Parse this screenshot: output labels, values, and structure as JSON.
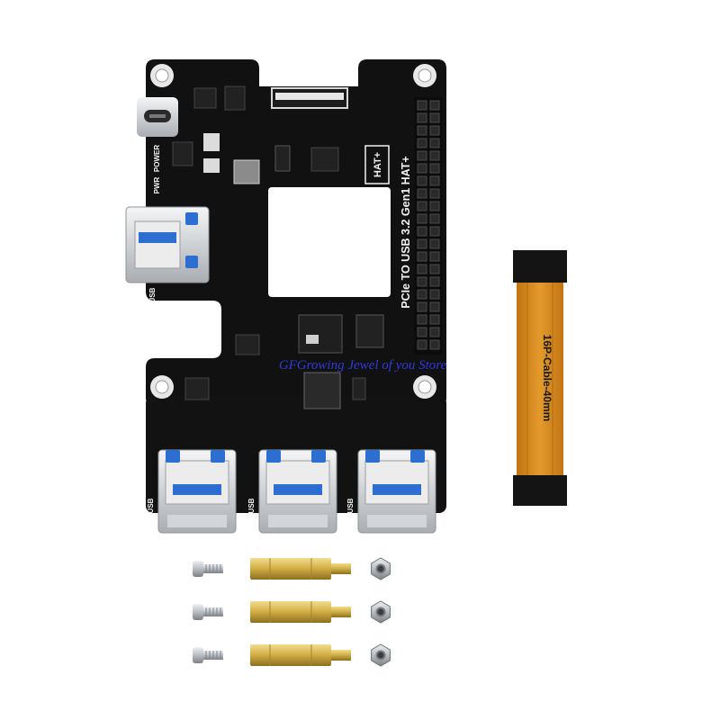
{
  "board": {
    "title": "PCIe TO USB 3.2 Gen1 HAT+",
    "hat_badge": "HAT+",
    "power_label": "POWER",
    "pwr_label": "PWR",
    "usb_label": "USB",
    "colors": {
      "pcb": "#111111",
      "silk": "#f2f2f2",
      "usb_tongue": "#2c6fd1",
      "metal": "#c9cbcf"
    }
  },
  "cable": {
    "label": "16P-Cable-40mm",
    "colors": {
      "flex": "#d98a1c",
      "stiffener": "#141414"
    }
  },
  "hardware": {
    "screws": 3,
    "standoffs": 3,
    "nuts": 3,
    "colors": {
      "brass": "#d4b24a",
      "steel": "#bfc3c8"
    }
  },
  "watermark": {
    "text": "GFGrowing Jewel of you Store",
    "color": "#2f3bd9"
  }
}
